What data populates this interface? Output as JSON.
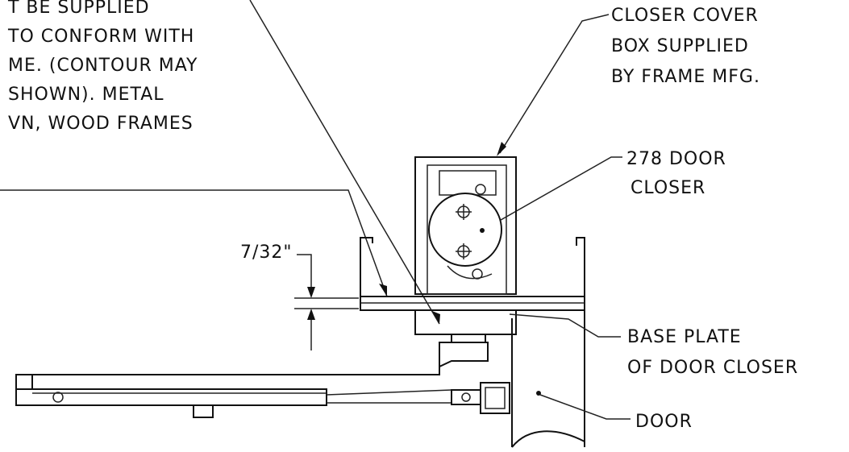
{
  "notes": {
    "left_note_lines": [
      "T BE SUPPLIED",
      "TO CONFORM WITH",
      "ME. (CONTOUR  MAY",
      "SHOWN). METAL",
      "VN, WOOD FRAMES"
    ]
  },
  "labels": {
    "closer_cover_box": [
      "CLOSER COVER",
      "BOX SUPPLIED",
      "BY FRAME MFG."
    ],
    "door_closer_model": [
      "278 DOOR",
      "CLOSER"
    ],
    "base_plate": [
      "BASE PLATE",
      "OF DOOR CLOSER"
    ],
    "door": "DOOR",
    "dimension": "7/32\""
  }
}
